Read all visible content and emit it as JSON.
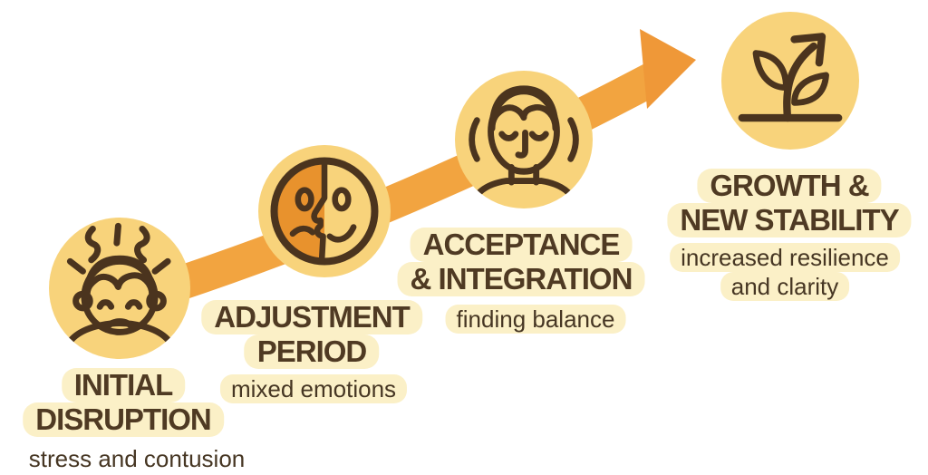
{
  "palette": {
    "background": "#ffffff",
    "circle_fill": "#F8D37B",
    "face_fill": "#FBDD8F",
    "face_orange": "#E8922D",
    "icon_orange": "#EC9C35",
    "leaf_fill": "#F0A23A",
    "arrow": "#F2A440",
    "arrowhead": "#EF9838",
    "outline": "#4B341E",
    "title_text": "#4F3A23",
    "subtitle_text": "#463623",
    "highlight": "#FBF0C7"
  },
  "connector_icon": "ascending-curved-arrow",
  "stages": [
    {
      "icon": "stressed-person-icon",
      "title_lines": [
        "INITIAL",
        "DISRUPTION"
      ],
      "subtitle_lines": [
        "stress and contusion"
      ]
    },
    {
      "icon": "dual-mood-face-icon",
      "title_lines": [
        "ADJUSTMENT",
        "PERIOD"
      ],
      "subtitle_lines": [
        "mixed emotions"
      ]
    },
    {
      "icon": "calm-face-icon",
      "title_lines": [
        "ACCEPTANCE",
        "& INTEGRATION"
      ],
      "subtitle_lines": [
        "finding balance"
      ]
    },
    {
      "icon": "growth-plant-arrow-icon",
      "title_lines": [
        "GROWTH &",
        "NEW STABILITY"
      ],
      "subtitle_lines": [
        "increased resilience",
        "and clarity"
      ]
    }
  ]
}
